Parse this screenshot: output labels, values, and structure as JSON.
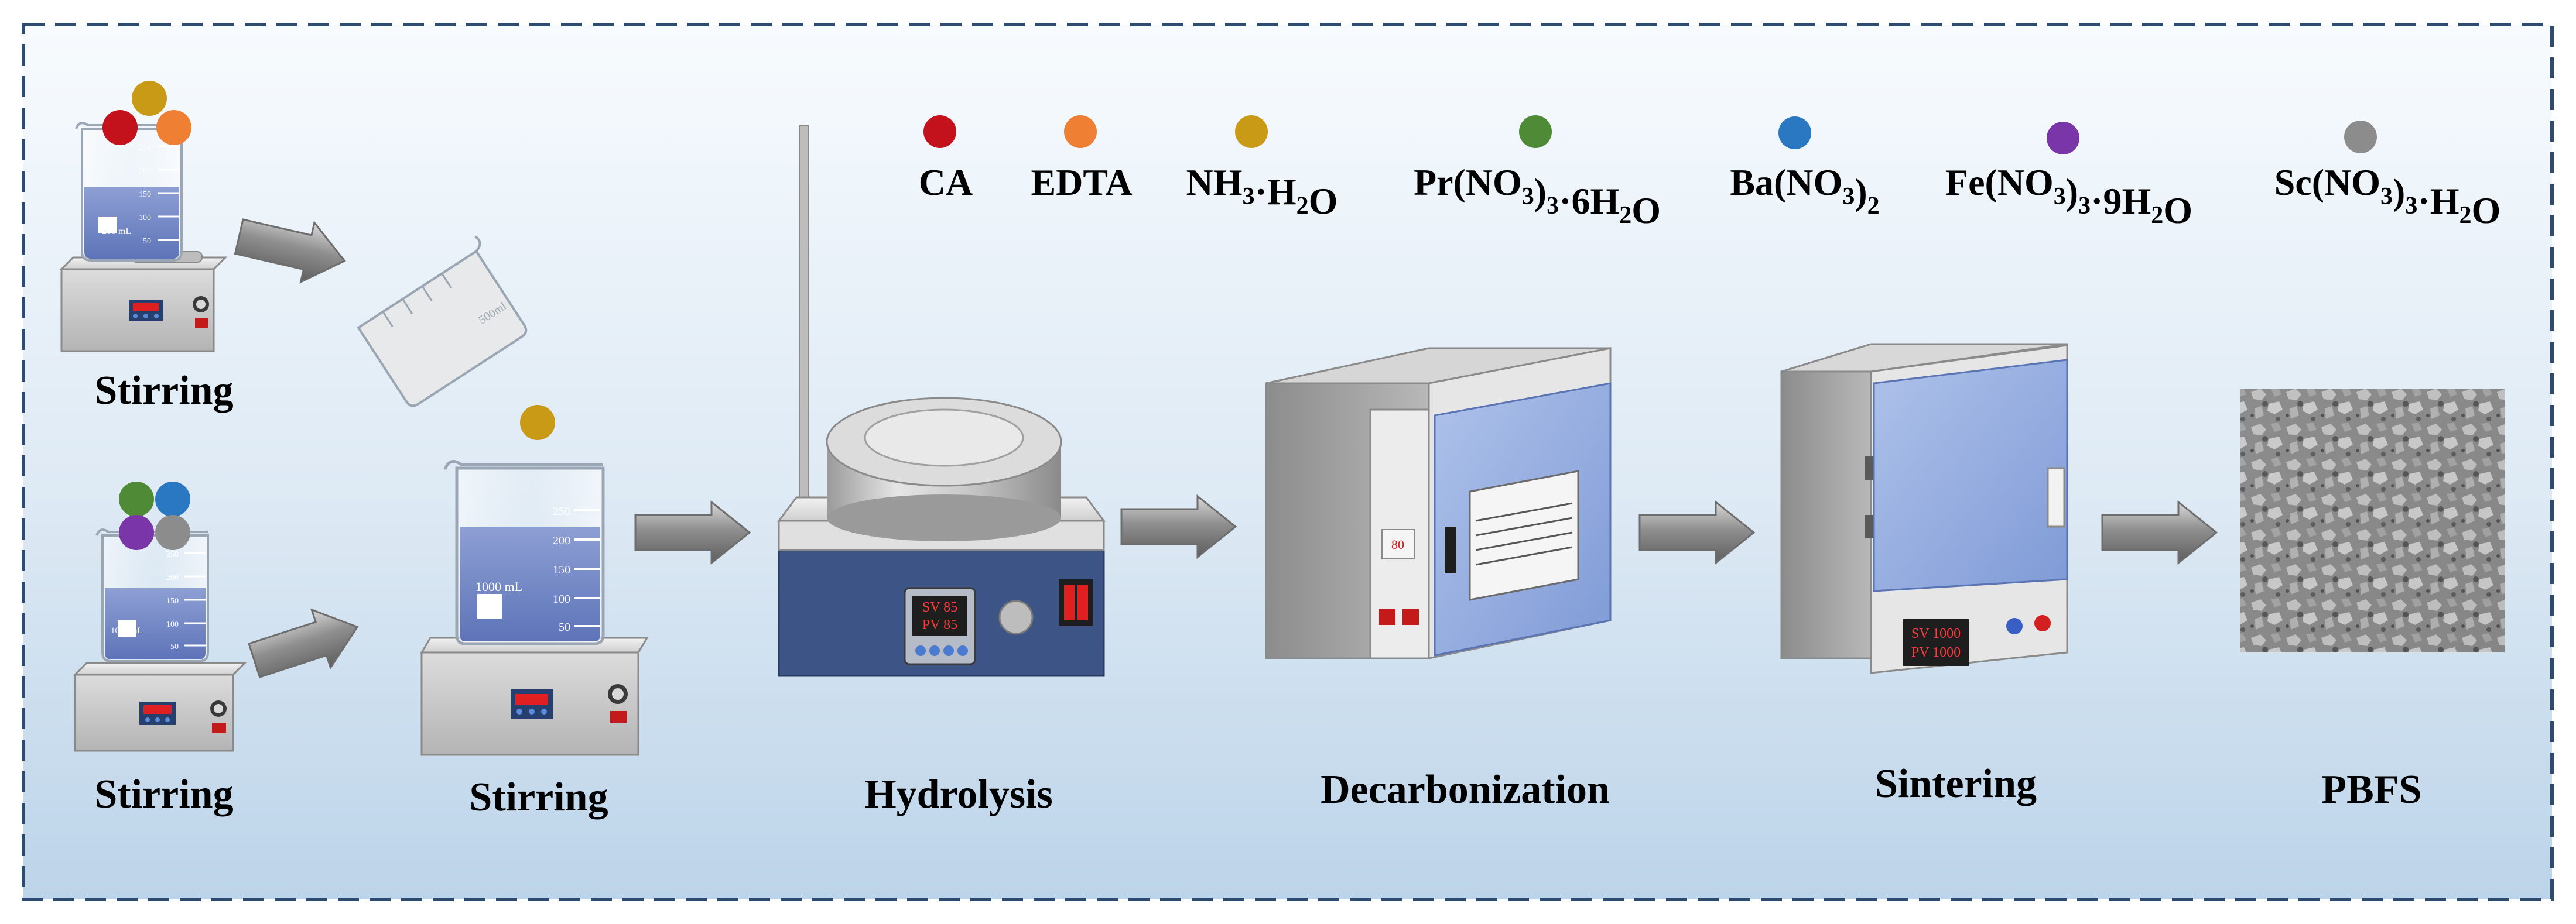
{
  "legend": [
    {
      "key": "ca",
      "color": "#c4121c",
      "formula": [
        [
          "CA",
          "n"
        ]
      ]
    },
    {
      "key": "edta",
      "color": "#ef7f33",
      "formula": [
        [
          "EDTA",
          "n"
        ]
      ]
    },
    {
      "key": "nh3",
      "color": "#c89a16",
      "formula": [
        [
          "NH",
          "n"
        ],
        [
          "3",
          "sub"
        ],
        [
          "·H",
          "n"
        ],
        [
          "2",
          "sub"
        ],
        [
          "O",
          "n"
        ]
      ]
    },
    {
      "key": "pr",
      "color": "#4f8a36",
      "formula": [
        [
          "Pr(NO",
          "n"
        ],
        [
          "3",
          "sub"
        ],
        [
          ")",
          "n"
        ],
        [
          "3",
          "sub"
        ],
        [
          "·6H",
          "n"
        ],
        [
          "2",
          "sub"
        ],
        [
          "O",
          "n"
        ]
      ]
    },
    {
      "key": "ba",
      "color": "#2b78c2",
      "formula": [
        [
          "Ba(NO",
          "n"
        ],
        [
          "3",
          "sub"
        ],
        [
          ")",
          "n"
        ],
        [
          "2",
          "sub"
        ]
      ]
    },
    {
      "key": "fe",
      "color": "#7a35a8",
      "formula": [
        [
          "Fe(NO",
          "n"
        ],
        [
          "3",
          "sub"
        ],
        [
          ")",
          "n"
        ],
        [
          "3",
          "sub"
        ],
        [
          "·9H",
          "n"
        ],
        [
          "2",
          "sub"
        ],
        [
          "O",
          "n"
        ]
      ]
    },
    {
      "key": "sc",
      "color": "#8c8c8c",
      "formula": [
        [
          "Sc(NO",
          "n"
        ],
        [
          "3",
          "sub"
        ],
        [
          ")",
          "n"
        ],
        [
          "3",
          "sub"
        ],
        [
          "·H",
          "n"
        ],
        [
          "2",
          "sub"
        ],
        [
          "O",
          "n"
        ]
      ]
    }
  ],
  "steps": {
    "stirring_1": "Stirring",
    "stirring_2": "Stirring",
    "stirring_3": "Stirring",
    "hydrolysis": "Hydrolysis",
    "decarbonization": "Decarbonization",
    "sintering": "Sintering",
    "product": "PBFS"
  },
  "beaker_volumes": {
    "beaker_1": "200 mL",
    "beaker_2": "1000 mL",
    "beaker_3": "1000 mL",
    "pouring": "500ml"
  },
  "beaker_scale": [
    "250",
    "200",
    "150",
    "100",
    "50"
  ],
  "hydrolysis_display": {
    "sv": "SV 85",
    "pv": "PV 85"
  },
  "oven_display": "80",
  "furnace_display": {
    "sv": "SV 1000",
    "pv": "PV 1000"
  }
}
